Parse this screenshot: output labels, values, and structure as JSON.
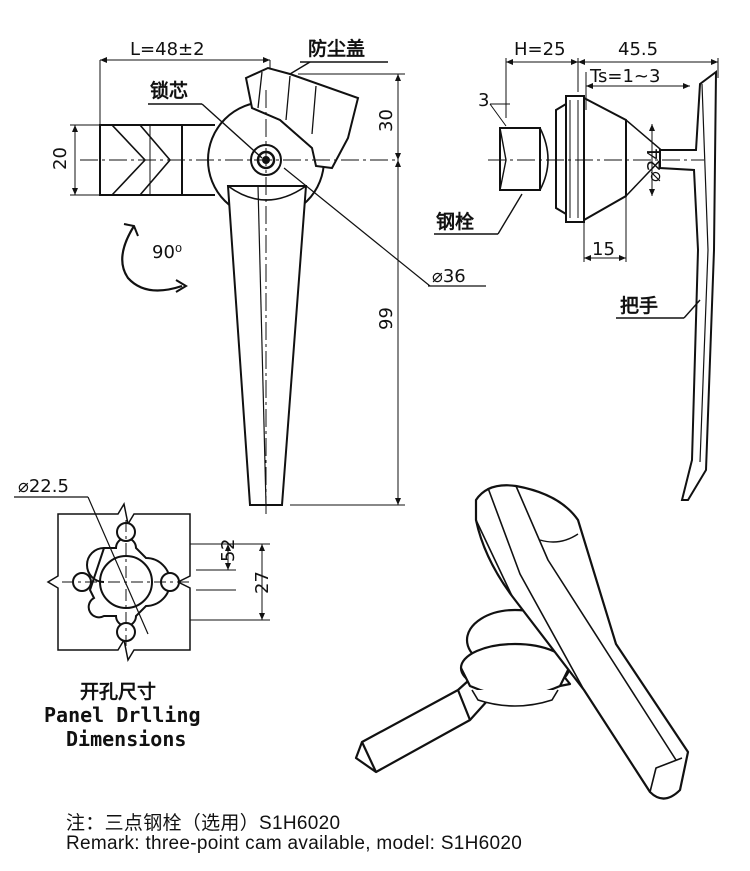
{
  "front_view": {
    "length_label": "L=48±2",
    "dust_cover_label": "防尘盖",
    "lock_core_label": "锁芯",
    "height_20": "20",
    "height_30": "30",
    "height_99": "99",
    "rotation_label": "90⁰",
    "diameter_label": "⌀36"
  },
  "side_view": {
    "h_label": "H=25",
    "width_label": "45.5",
    "ts_label": "Ts=1~3",
    "cam_thickness": "3",
    "diameter_label": "⌀24",
    "dim_15": "15",
    "steel_bolt_label": "钢栓",
    "handle_label": "把手"
  },
  "cutout": {
    "diameter_label": "⌀22.5",
    "dim_5": "5",
    "dim_2": "2",
    "dim_27": "27",
    "title_cn": "开孔尺寸",
    "title_en_1": "Panel Drlling",
    "title_en_2": "Dimensions"
  },
  "notes": {
    "remark_cn": "注：三点钢栓（选用）S1H6020",
    "remark_en": "Remark: three-point cam available, model: S1H6020"
  }
}
